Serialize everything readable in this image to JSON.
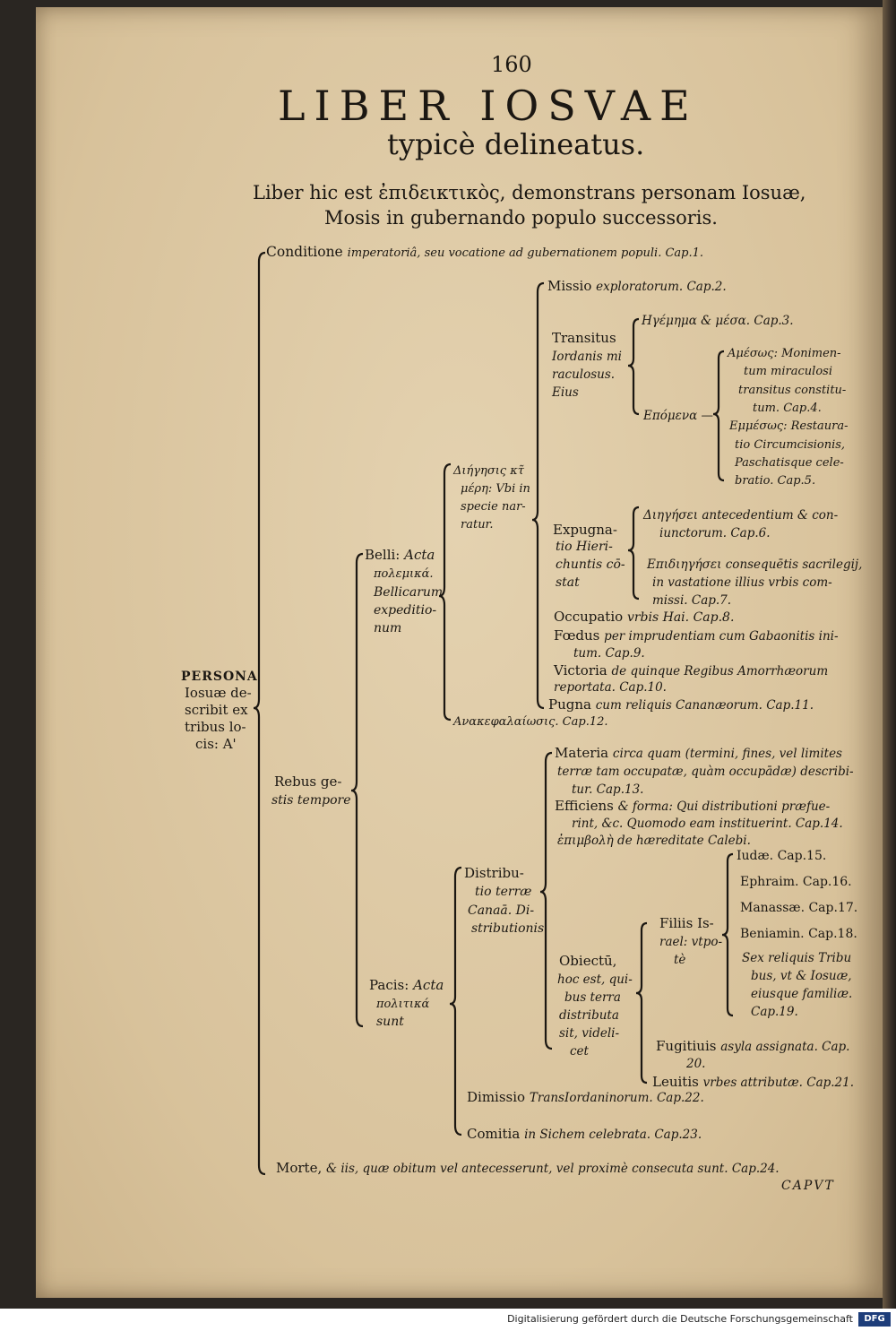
{
  "page": {
    "number": "160",
    "title": "LIBER IOSVAE",
    "subtitle": "typicè delineatus.",
    "intro_line1": "Liber hic est ἐπιδεικτικὸς, demonstrans personam Iosuæ,",
    "intro_line2": "Mosis in gubernando populo successoris.",
    "catchword": "CAPVT"
  },
  "root": {
    "head": "PERSONA",
    "l2": "Iosuæ de-",
    "l3": "scribit ex",
    "l4": "tribus lo-",
    "l5": "cis: A'"
  },
  "conditione": {
    "lead": "Conditione",
    "rest": "imperatoriâ, seu vocatione ad gubernationem populi. Cap.1."
  },
  "rebus": {
    "l1": "Rebus ge-",
    "l2": "stis tempore"
  },
  "belli": {
    "lead": "Belli:",
    "l1": "Acta",
    "l2": "πολεμικά.",
    "l3": "Bellicarum",
    "l4": "expeditio-",
    "l5": "num"
  },
  "diegesis": {
    "l1": "Διήγησις κτ̃",
    "l2": "μέρη: Vbi in",
    "l3": "specie nar-",
    "l4": "ratur."
  },
  "missio": {
    "lead": "Missio",
    "rest": "exploratorum. Cap.2."
  },
  "transitus": {
    "l1": "Transitus",
    "l2": "Iordanis mi",
    "l3": "raculosus.",
    "l4": "Eius"
  },
  "hegema": "Ηγέμημα & μέσα. Cap.3.",
  "epomena": "Επόμενα —",
  "ameson": {
    "l1": "Αμέσως: Monimen-",
    "l2": "tum miraculosi",
    "l3": "transitus constitu-",
    "l4": "tum. Cap.4."
  },
  "emmeson": {
    "l1": "Εμμέσως: Restaura-",
    "l2": "tio Circumcisionis,",
    "l3": "Paschatisque cele-",
    "l4": "bratio. Cap.5."
  },
  "expugnatio": {
    "l1": "Expugna-",
    "l2": "tio Hieri-",
    "l3": "chuntis cō-",
    "l4": "stat"
  },
  "diegesis6": {
    "lead": "Διηγήσει",
    "l1": "antecedentium & con-",
    "l2": "iunctorum. Cap.6."
  },
  "epidiegesis7": {
    "lead": "Επιδιηγήσει",
    "l1": "consequētis sacrilegij,",
    "l2": "in vastatione illius vrbis com-",
    "l3": "missi. Cap.7."
  },
  "occupatio": {
    "lead": "Occupatio",
    "rest": "vrbis Hai. Cap.8."
  },
  "foedus": {
    "lead": "Fœdus",
    "l1": "per imprudentiam cum Gabaonitis ini-",
    "l2": "tum. Cap.9."
  },
  "victoria": {
    "lead": "Victoria",
    "l1": "de quinque Regibus Amorrhæorum",
    "l2": "reportata. Cap.10."
  },
  "pugna": {
    "lead": "Pugna",
    "rest": "cum reliquis Cananæorum. Cap.11."
  },
  "anakephalaiosis": "Ανακεφαλαίωσις. Cap.12.",
  "pacis": {
    "lead": "Pacis:",
    "l1": "Acta",
    "l2": "πολιτικά",
    "l3": "sunt"
  },
  "distributio": {
    "l1": "Distribu-",
    "l2": "tio terræ",
    "l3": "Canaā. Di-",
    "l4": "stributionis"
  },
  "materia": {
    "lead": "Materia",
    "l1": "circa quam (termini, fines, vel limites",
    "l2": "terræ tam occupatæ, quàm occupādæ) describi-",
    "l3": "tur. Cap.13."
  },
  "efficiens": {
    "lead": "Efficiens",
    "l1": "& forma: Qui distributioni præfue-",
    "l2": "rint, &c. Quomodo eam instituerint. Cap.14.",
    "l3": "ἐπιμβολὴ de hæreditate Calebi."
  },
  "obiectum": {
    "l1": "Obiectū,",
    "l2": "hoc est, qui-",
    "l3": "bus terra",
    "l4": "distributa",
    "l5": "sit, videli-",
    "l6": "cet"
  },
  "filiis": {
    "l1": "Filiis Is-",
    "l2": "rael: vtpo-",
    "l3": "tè"
  },
  "tribes": {
    "iudae": "Iudæ. Cap.15.",
    "ephraim": "Ephraim. Cap.16.",
    "manasse": "Manassæ. Cap.17.",
    "beniamin": "Beniamin. Cap.18.",
    "sex_l1": "Sex reliquis Tribu",
    "sex_l2": "bus, vt & Iosuæ,",
    "sex_l3": "eiusque familiæ.",
    "sex_l4": "Cap.19."
  },
  "fugitiuis": {
    "lead": "Fugitiuis",
    "l1": "asyla assignata. Cap.",
    "l2": "20."
  },
  "leuitis": {
    "lead": "Leuitis",
    "rest": "vrbes attributæ. Cap.21."
  },
  "dimissio": {
    "lead": "Dimissio",
    "rest": "TransIordaninorum. Cap.22."
  },
  "comitia": {
    "lead": "Comitia",
    "rest": "in Sichem celebrata. Cap.23."
  },
  "morte": {
    "lead": "Morte,",
    "rest": "& iis, quæ obitum vel antecesserunt, vel proximè consecuta sunt. Cap.24."
  },
  "footer": {
    "credit": "Digitalisierung gefördert durch die Deutsche Forschungsgemeinschaft",
    "logo": "DFG"
  }
}
